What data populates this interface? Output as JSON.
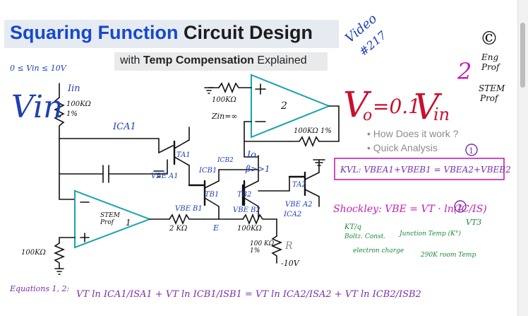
{
  "title": {
    "accent": "Squaring Function",
    "rest": "Circuit Design"
  },
  "subtitle": {
    "prefix": "with",
    "bold": "Temp Compensation",
    "suffix": "Explained"
  },
  "video_tag": {
    "line1": "Video",
    "line2": "#217"
  },
  "branding": {
    "copyright": "©",
    "eng_line1": "Eng",
    "eng_line2": "Prof",
    "stem_line1": "STEM",
    "stem_line2": "Prof"
  },
  "equation": {
    "main": "V",
    "sub": "o",
    "coef": "=0.1",
    "vin": "V",
    "vin_sub": "in",
    "power": "2"
  },
  "bullets": [
    "How Does it work ?",
    "Quick Analysis"
  ],
  "notes": {
    "input_range": "0 ≤ Vin ≤ 10V",
    "vin_big": "Vin",
    "iin": "Iin",
    "r_in": "100KΩ",
    "r_in_tol": "1%",
    "ica1": "ICA1",
    "r_feedback": "100KΩ",
    "zin": "Zin=∞",
    "r_out": "100KΩ 1%",
    "io": "Io",
    "beta": "β>>1",
    "kvl": "KVL: VBEA1+VBEB1 = VBEA2+VBEB2",
    "kvl_num": "1",
    "shockley": "Shockley: VBE = VT · ln(IC/IS)",
    "shockley_num": "2",
    "thermal": "KT/q",
    "boltz": "Boltz. Const.",
    "junction": "Junction Temp (K°)",
    "room": "290K room Temp",
    "electron": "electron charge",
    "r_2k": "2 KΩ",
    "r_100k_b": "100KΩ",
    "r_bottom": "100 KΩ 1%",
    "r_label": "R",
    "neg10": "-10V",
    "e_node": "E",
    "r_opamp": "100KΩ",
    "equations_label": "Equations 1, 2:",
    "equation_line": "VT ln ICA1/ISA1 + VT ln ICB1/ISB1 = VT ln ICA2/ISA2 + VT ln ICB2/ISB2",
    "opamp1_label": "STEM Prof",
    "opamp1_num": "1",
    "opamp2_num": "2",
    "vt3": "VT3",
    "ta1": "TA1",
    "tb1": "TB1",
    "tb2": "TB2",
    "ta2": "TA2",
    "vbe_a1": "VBE A1",
    "vbe_b1": "VBE B1",
    "vbe_b2": "VBE B2",
    "vbe_a2": "VBE A2",
    "icb1": "ICB1",
    "icb2": "ICB2",
    "ica2": "ICA2"
  },
  "colors": {
    "title_blue": "#1749c9",
    "ink_blue": "#1f3fb0",
    "circuit_teal": "#1aa3a8",
    "ink_red": "#c8102e",
    "ink_magenta": "#c21fb3",
    "ink_purple": "#7b2ea8",
    "ink_green": "#1a8a3a",
    "ink_black": "#111111"
  }
}
